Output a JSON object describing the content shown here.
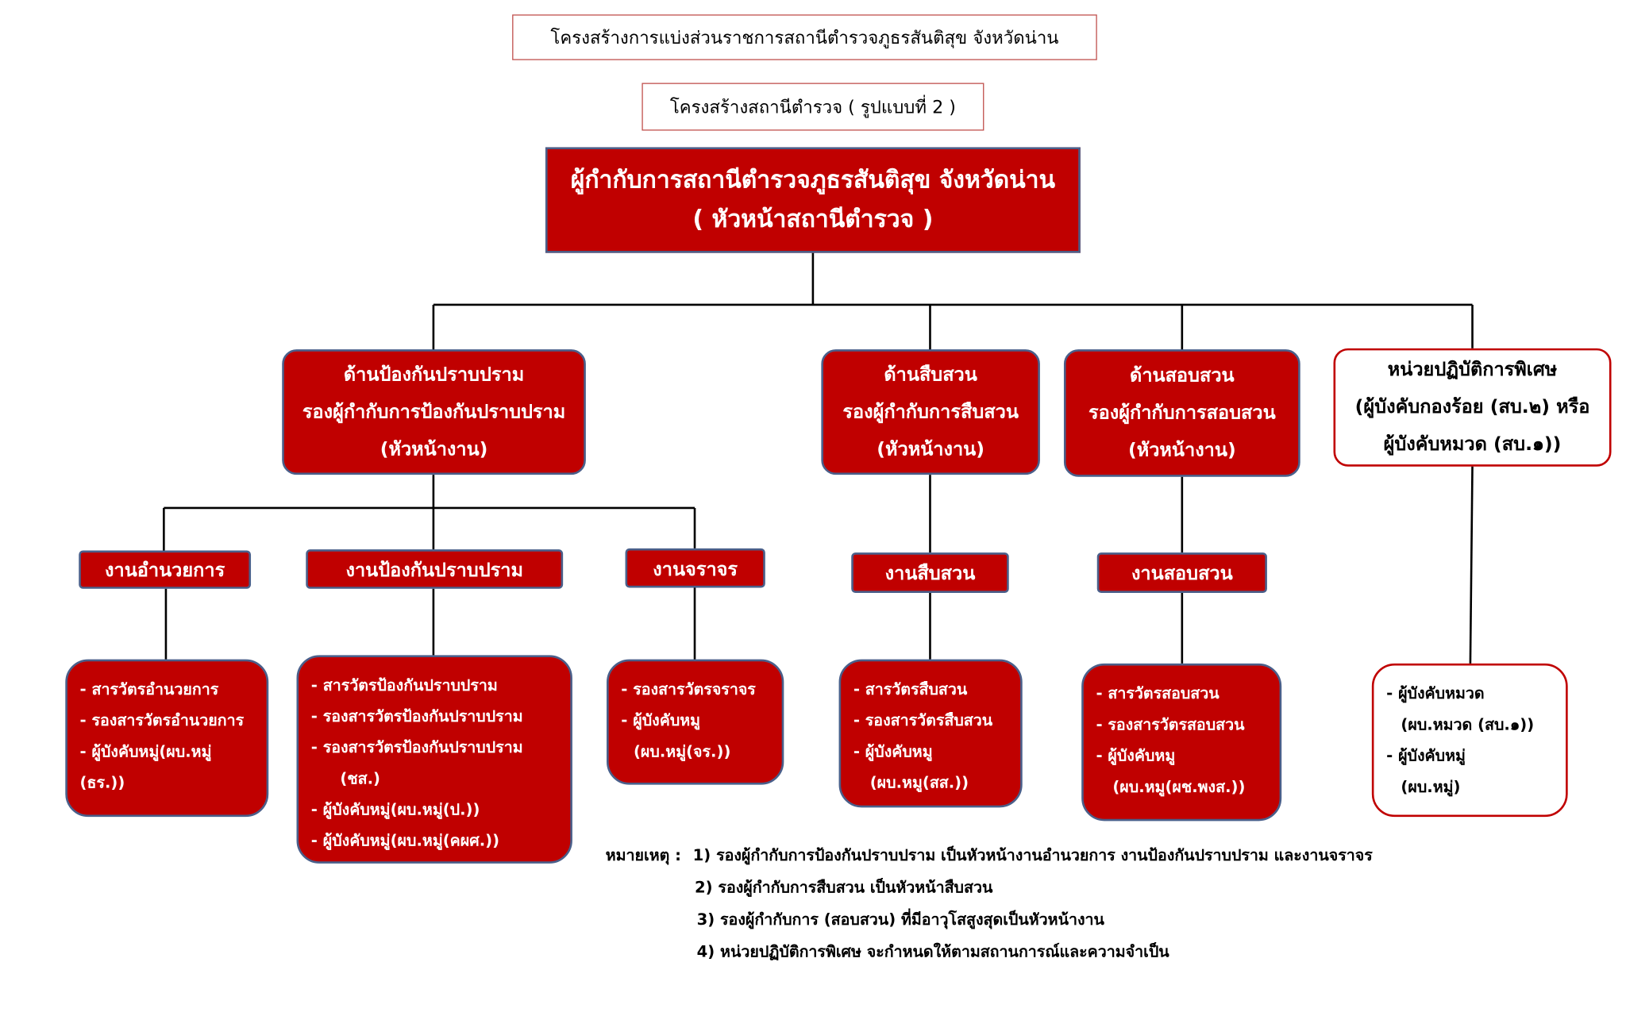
{
  "title": "โครงสร้างการแบ่งส่วนราชการสถานีตำรวจภูธรสันติสุข จังหวัดน่าน",
  "subtitle": "โครงสร้างสถานีตำรวจ ( รูปแบบที่ 2 )",
  "head": {
    "line1": "ผู้กำกับการสถานีตำรวจภูธรสันติสุข จังหวัดน่าน",
    "line2": "(  หัวหน้าสถานีตำรวจ )"
  },
  "deputies": [
    {
      "line1": "ด้านป้องกันปราบปราม",
      "line2": "รองผู้กำกับการป้องกันปราบปราม",
      "line3": "(หัวหน้างาน)"
    },
    {
      "line1": "ด้านสืบสวน",
      "line2": "รองผู้กำกับการสืบสวน",
      "line3": "(หัวหน้างาน)"
    },
    {
      "line1": "ด้านสอบสวน",
      "line2": "รองผู้กำกับการสอบสวน",
      "line3": "(หัวหน้างาน)"
    }
  ],
  "special": {
    "line1": "หน่วยปฏิบัติการพิเศษ",
    "line2": "(ผู้บังคับกองร้อย (สบ.๒) หรือ",
    "line3": "ผู้บังคับหมวด (สบ.๑))"
  },
  "units": [
    "งานอำนวยการ",
    "งานป้องกันปราบปราม",
    "งานจราจร",
    "งานสืบสวน",
    "งานสอบสวน"
  ],
  "lists": {
    "admin": [
      "- สารวัตรอำนวยการ",
      "- รองสารวัตรอำนวยการ",
      "- ผู้บังคับหมู่(ผบ.หมู่",
      "(ธร.))"
    ],
    "prevention": [
      "- สารวัตรป้องกันปราบปราม",
      "- รองสารวัตรป้องกันปราบปราม",
      "-        รองสารวัตรป้องกันปราบปราม",
      "(ชส.)",
      "- ผู้บังคับหมู่(ผบ.หมู่(ป.))",
      "- ผู้บังคับหมู่(ผบ.หมู่(คผศ.))"
    ],
    "traffic": [
      "- รองสารวัตรจราจร",
      "- ผู้บังคับหมู",
      "(ผบ.หมู่(จร.))"
    ],
    "investigation": [
      "- สารวัตรสืบสวน",
      "- รองสารวัตรสืบสวน",
      "- ผู้บังคับหมู",
      "(ผบ.หมู(สส.))"
    ],
    "inquiry": [
      "- สารวัตรสอบสวน",
      "- รองสารวัตรสอบสวน",
      "- ผู้บังคับหมู",
      "(ผบ.หมู(ผช.พงส.))"
    ],
    "special": [
      "- ผู้บังคับหมวด",
      "(ผบ.หมวด (สบ.๑))",
      "- ผู้บังคับหมู่",
      "(ผบ.หมู่)"
    ]
  },
  "notes": {
    "label": "หมายเหตุ :",
    "items": [
      "1) รองผู้กำกับการป้องกันปราบปราม เป็นหัวหน้างานอำนวยการ งานป้องกันปราบปราม และงานจราจร",
      "2) รองผู้กำกับการสืบสวน เป็นหัวหน้าสืบสวน",
      "3) รองผู้กำกับการ (สอบสวน) ที่มีอาวุโสสูงสุดเป็นหัวหน้างาน",
      "4) หน่วยปฏิบัติการพิเศษ จะกำหนดให้ตามสถานการณ์และความจำเป็น"
    ]
  },
  "colors": {
    "box_red": "#c00000",
    "box_border": "#4a5f8a",
    "title_border": "#c0504d"
  }
}
